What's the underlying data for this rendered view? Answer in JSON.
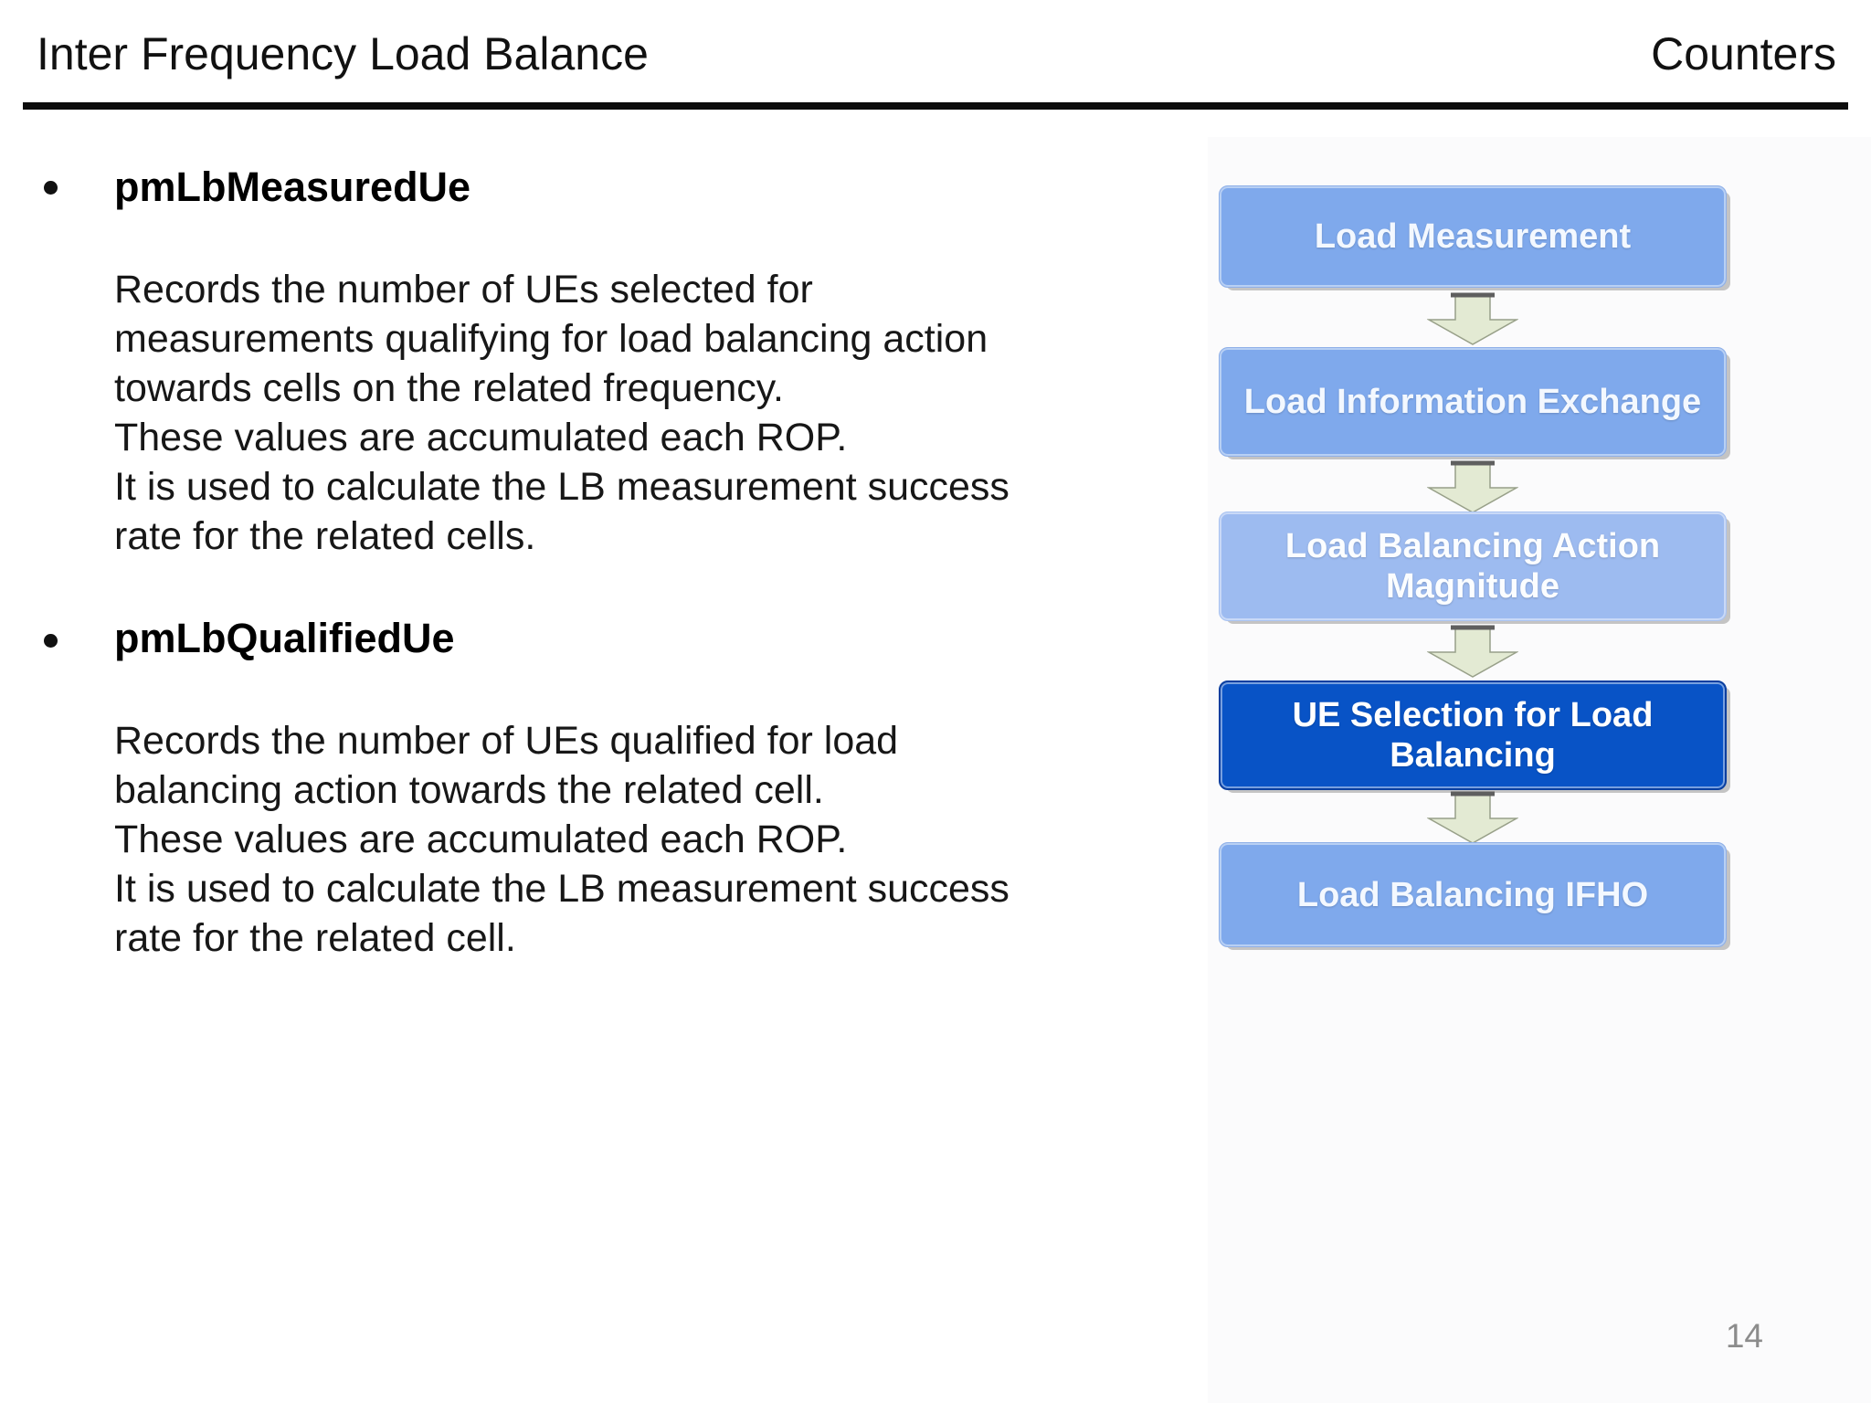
{
  "slide": {
    "title": "Inter Frequency Load Balance",
    "header_right": "Counters",
    "bullet_char": "",
    "page_number": "14"
  },
  "bullets": [
    {
      "term": "pmLbMeasuredUe",
      "description": "Records the number of UEs selected for\nmeasurements qualifying for load balancing action\ntowards cells on the related frequency.\nThese values are accumulated each ROP.\nIt is used to calculate the LB measurement success\nrate for the related cells."
    },
    {
      "term": "pmLbQualifiedUe",
      "description": "Records the number of UEs qualified for load\nbalancing action towards the related cell.\nThese values are accumulated each ROP.\nIt is used to calculate the LB measurement success\nrate for the related cell."
    }
  ],
  "flowchart": {
    "steps": [
      {
        "label": "Load Measurement",
        "state": "normal"
      },
      {
        "label": "Load Information Exchange",
        "state": "normal"
      },
      {
        "label": "Load Balancing Action Magnitude",
        "state": "faded"
      },
      {
        "label": "UE Selection for Load Balancing",
        "state": "active"
      },
      {
        "label": "Load Balancing IFHO",
        "state": "normal"
      }
    ],
    "colors": {
      "step_normal": "#7FA9EC",
      "step_faded": "#9DBBF0",
      "step_active": "#0853C6",
      "arrow_fill": "#E3EAD3",
      "arrow_outline": "#98A089"
    }
  }
}
